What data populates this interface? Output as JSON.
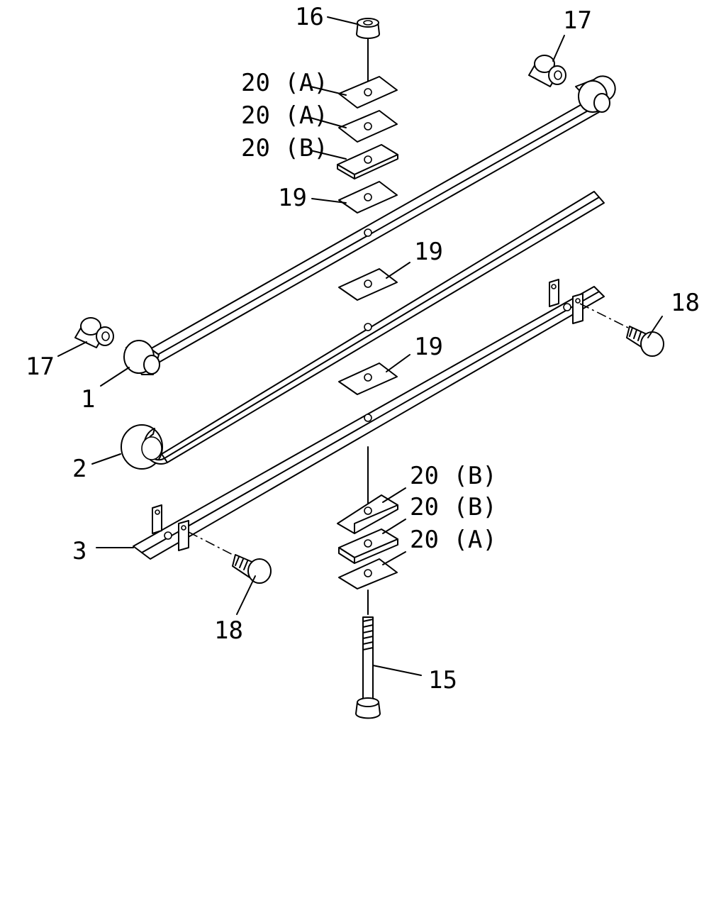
{
  "labels": {
    "l16": "16",
    "l17_top": "17",
    "l17_left": "17",
    "l20a_1": "20 (A)",
    "l20a_2": "20 (A)",
    "l20b_1": "20 (B)",
    "l19_1": "19",
    "l19_2": "19",
    "l19_3": "19",
    "l18_right": "18",
    "l18_bottom": "18",
    "l1": "1",
    "l2": "2",
    "l3": "3",
    "l20b_2": "20 (B)",
    "l20b_3": "20 (B)",
    "l20a_3": "20 (A)",
    "l15": "15"
  }
}
